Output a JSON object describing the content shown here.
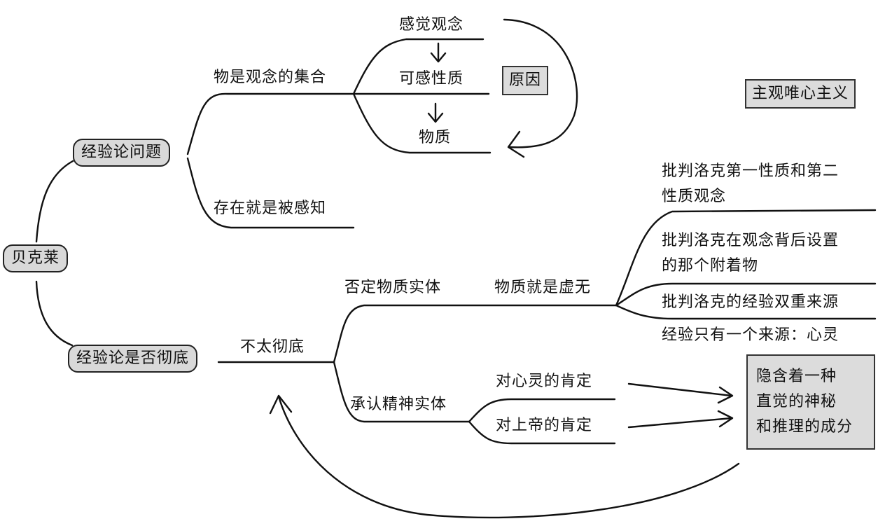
{
  "root": "贝克莱",
  "branch_empiricism_problem": "经验论问题",
  "branch_empiricism_thorough": "经验论是否彻底",
  "objects_are_idea_collections": "物是观念的集合",
  "sense_ideas": "感觉观念",
  "sensible_qualities": "可感性质",
  "matter": "物质",
  "cause_box": "原因",
  "to_be_is_to_be_perceived": "存在就是被感知",
  "subjective_idealism_box": "主观唯心主义",
  "not_thorough": "不太彻底",
  "deny_material_substance": "否定物质实体",
  "matter_is_nothing": "物质就是虚无",
  "critique_1_line1": "批判洛克第一性质和第二",
  "critique_1_line2": "性质观念",
  "critique_2_line1": "批判洛克在观念背后设置",
  "critique_2_line2": "的那个附着物",
  "critique_3": "批判洛克的经验双重来源",
  "one_source": "经验只有一个来源：心灵",
  "affirm_spirit_substance": "承认精神实体",
  "affirm_mind": "对心灵的肯定",
  "affirm_god": "对上帝的肯定",
  "hidden_box_line1": "隐含着一种",
  "hidden_box_line2": "直觉的神秘",
  "hidden_box_line3": "和推理的成分"
}
